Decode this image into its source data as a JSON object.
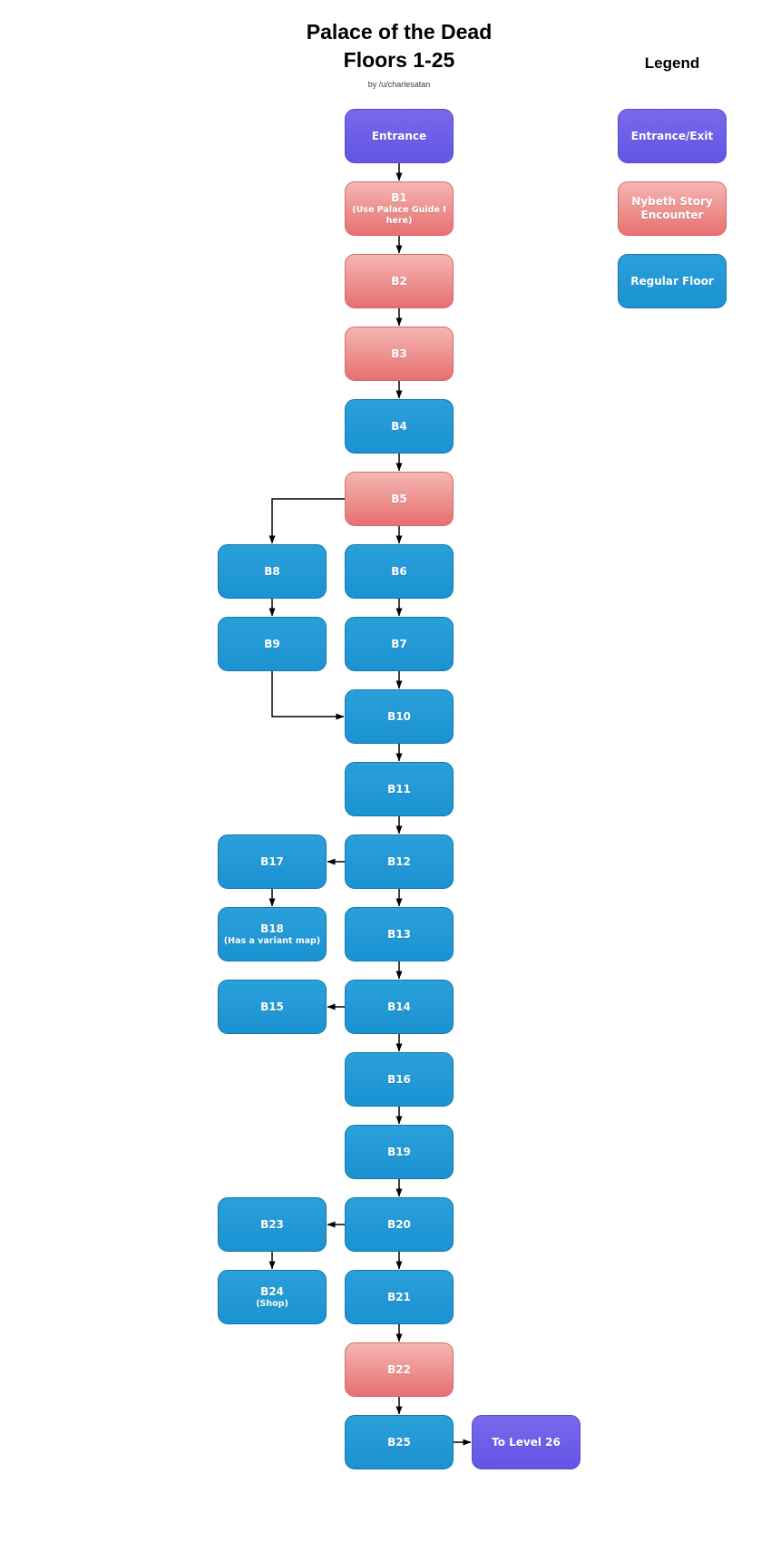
{
  "title": {
    "line1": "Palace of the Dead",
    "line2": "Floors 1-25",
    "byline": "by /u/charlesatan"
  },
  "legend": {
    "heading": "Legend",
    "items": [
      {
        "label": "Entrance/Exit",
        "type": "entrance"
      },
      {
        "label": "Nybeth Story Encounter",
        "type": "story"
      },
      {
        "label": "Regular Floor",
        "type": "regular"
      }
    ]
  },
  "colors": {
    "entrance_fill_top": "#7869eb",
    "entrance_fill_bottom": "#6355e5",
    "entrance_border": "#5a4ccc",
    "story_fill_top": "#f4b6b3",
    "story_fill_bottom": "#e7706f",
    "story_border": "#cf6c6b",
    "regular_fill_top": "#2aa0da",
    "regular_fill_bottom": "#1b92d1",
    "regular_border": "#1477ad",
    "edge": "#000000",
    "node_text": "#ffffff"
  },
  "nodes": [
    {
      "id": "entrance",
      "label": "Entrance",
      "type": "entrance",
      "col": "main",
      "row": 0
    },
    {
      "id": "B1",
      "label": "B1",
      "sublabel": "(Use Palace Guide I here)",
      "type": "story",
      "col": "main",
      "row": 1
    },
    {
      "id": "B2",
      "label": "B2",
      "type": "story",
      "col": "main",
      "row": 2
    },
    {
      "id": "B3",
      "label": "B3",
      "type": "story",
      "col": "main",
      "row": 3
    },
    {
      "id": "B4",
      "label": "B4",
      "type": "regular",
      "col": "main",
      "row": 4
    },
    {
      "id": "B5",
      "label": "B5",
      "type": "story",
      "col": "main",
      "row": 5
    },
    {
      "id": "B8",
      "label": "B8",
      "type": "regular",
      "col": "left",
      "row": 6
    },
    {
      "id": "B6",
      "label": "B6",
      "type": "regular",
      "col": "main",
      "row": 6
    },
    {
      "id": "B9",
      "label": "B9",
      "type": "regular",
      "col": "left",
      "row": 7
    },
    {
      "id": "B7",
      "label": "B7",
      "type": "regular",
      "col": "main",
      "row": 7
    },
    {
      "id": "B10",
      "label": "B10",
      "type": "regular",
      "col": "main",
      "row": 8
    },
    {
      "id": "B11",
      "label": "B11",
      "type": "regular",
      "col": "main",
      "row": 9
    },
    {
      "id": "B17",
      "label": "B17",
      "type": "regular",
      "col": "left",
      "row": 10
    },
    {
      "id": "B12",
      "label": "B12",
      "type": "regular",
      "col": "main",
      "row": 10
    },
    {
      "id": "B18",
      "label": "B18",
      "sublabel": "(Has a variant map)",
      "type": "regular",
      "col": "left",
      "row": 11
    },
    {
      "id": "B13",
      "label": "B13",
      "type": "regular",
      "col": "main",
      "row": 11
    },
    {
      "id": "B15",
      "label": "B15",
      "type": "regular",
      "col": "left",
      "row": 12
    },
    {
      "id": "B14",
      "label": "B14",
      "type": "regular",
      "col": "main",
      "row": 12
    },
    {
      "id": "B16",
      "label": "B16",
      "type": "regular",
      "col": "main",
      "row": 13
    },
    {
      "id": "B19",
      "label": "B19",
      "type": "regular",
      "col": "main",
      "row": 14
    },
    {
      "id": "B23",
      "label": "B23",
      "type": "regular",
      "col": "left",
      "row": 15
    },
    {
      "id": "B20",
      "label": "B20",
      "type": "regular",
      "col": "main",
      "row": 15
    },
    {
      "id": "B24",
      "label": "B24",
      "sublabel": "(Shop)",
      "type": "regular",
      "col": "left",
      "row": 16
    },
    {
      "id": "B21",
      "label": "B21",
      "type": "regular",
      "col": "main",
      "row": 16
    },
    {
      "id": "B22",
      "label": "B22",
      "type": "story",
      "col": "main",
      "row": 17
    },
    {
      "id": "B25",
      "label": "B25",
      "type": "regular",
      "col": "main",
      "row": 18
    },
    {
      "id": "to26",
      "label": "To Level 26",
      "type": "entrance",
      "col": "exit",
      "row": 18
    }
  ],
  "edges": [
    {
      "from": "entrance",
      "to": "B1",
      "shape": "down"
    },
    {
      "from": "B1",
      "to": "B2",
      "shape": "down"
    },
    {
      "from": "B2",
      "to": "B3",
      "shape": "down"
    },
    {
      "from": "B3",
      "to": "B4",
      "shape": "down"
    },
    {
      "from": "B4",
      "to": "B5",
      "shape": "down"
    },
    {
      "from": "B5",
      "to": "B6",
      "shape": "down"
    },
    {
      "from": "B5",
      "to": "B8",
      "shape": "left-then-down"
    },
    {
      "from": "B6",
      "to": "B7",
      "shape": "down"
    },
    {
      "from": "B8",
      "to": "B9",
      "shape": "down"
    },
    {
      "from": "B9",
      "to": "B10",
      "shape": "down-then-right"
    },
    {
      "from": "B7",
      "to": "B10",
      "shape": "down"
    },
    {
      "from": "B10",
      "to": "B11",
      "shape": "down"
    },
    {
      "from": "B11",
      "to": "B12",
      "shape": "down"
    },
    {
      "from": "B12",
      "to": "B17",
      "shape": "left"
    },
    {
      "from": "B12",
      "to": "B13",
      "shape": "down"
    },
    {
      "from": "B17",
      "to": "B18",
      "shape": "down"
    },
    {
      "from": "B13",
      "to": "B14",
      "shape": "down"
    },
    {
      "from": "B14",
      "to": "B15",
      "shape": "left"
    },
    {
      "from": "B14",
      "to": "B16",
      "shape": "down"
    },
    {
      "from": "B16",
      "to": "B19",
      "shape": "down"
    },
    {
      "from": "B19",
      "to": "B20",
      "shape": "down"
    },
    {
      "from": "B20",
      "to": "B23",
      "shape": "left"
    },
    {
      "from": "B20",
      "to": "B21",
      "shape": "down"
    },
    {
      "from": "B23",
      "to": "B24",
      "shape": "down"
    },
    {
      "from": "B21",
      "to": "B22",
      "shape": "down"
    },
    {
      "from": "B22",
      "to": "B25",
      "shape": "down"
    },
    {
      "from": "B25",
      "to": "to26",
      "shape": "right"
    }
  ]
}
